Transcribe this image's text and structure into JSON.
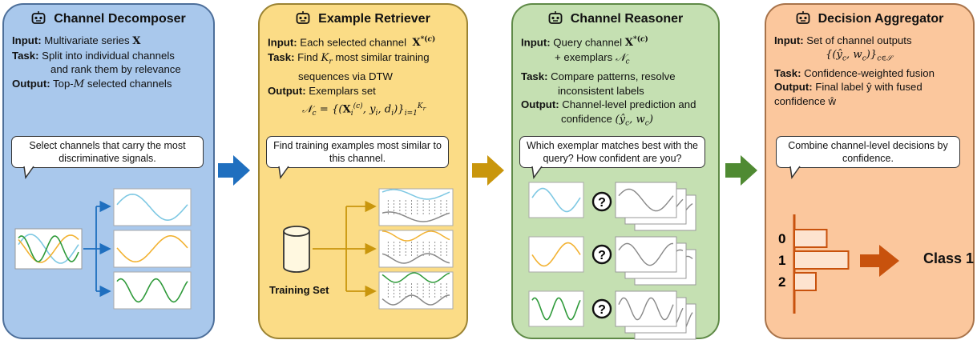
{
  "panels": {
    "decomposer": {
      "title": "Channel Decomposer",
      "input_label": "Input:",
      "input_text": "Multivariate series",
      "input_math": "X",
      "task_label": "Task:",
      "task_line1": "Split into individual channels",
      "task_line2": "and rank them by relevance",
      "output_label": "Output:",
      "output_text_a": "Top-",
      "output_math": "M",
      "output_text_b": " selected channels",
      "bubble": "Select channels that carry the most discriminative signals."
    },
    "retriever": {
      "title": "Example Retriever",
      "input_label": "Input:",
      "input_text": "Each selected channel",
      "input_math": "X*(c)",
      "task_label": "Task:",
      "task_text_a": "Find ",
      "task_math": "Kr",
      "task_text_b": " most similar training",
      "task_line2": "sequences via DTW",
      "output_label": "Output:",
      "output_text": "Exemplars set",
      "output_formula": "𝒩c = {(Xi(c), yi, di)}i=1..Kr",
      "bubble": "Find training examples most similar to this channel.",
      "training_set_label": "Training Set"
    },
    "reasoner": {
      "title": "Channel Reasoner",
      "input_label": "Input:",
      "input_text": "Query channel",
      "input_math": "X*(c)",
      "input_line2": "+ exemplars",
      "input_math2": "𝒩c",
      "task_label": "Task:",
      "task_line1": "Compare patterns, resolve",
      "task_line2": "inconsistent labels",
      "output_label": "Output:",
      "output_line1": "Channel-level prediction and",
      "output_line2": "confidence",
      "output_math": "(ŷc, wc)",
      "bubble": "Which exemplar matches best with the query? How confident are you?",
      "question_mark": "?"
    },
    "aggregator": {
      "title": "Decision Aggregator",
      "input_label": "Input:",
      "input_text": "Set of channel outputs",
      "input_math": "{(ŷc, wc)}c∈𝒮",
      "task_label": "Task:",
      "task_text": "Confidence-weighted fusion",
      "output_label": "Output:",
      "output_text": "Final label ŷ with fused",
      "output_line2": "confidence ŵ",
      "bubble": "Combine channel-level decisions by confidence.",
      "class_ticks": [
        "0",
        "1",
        "2"
      ],
      "class_scores": [
        0.45,
        0.75,
        0.3
      ],
      "result": "Class 1"
    }
  },
  "colors": {
    "blue_arrow": "#1f6fbf",
    "gold_arrow": "#c9960c",
    "green_arrow": "#4f8a32",
    "orange_arrow": "#c8520d",
    "sine_blue": "#7ec8e3",
    "sine_orange": "#f2b232",
    "sine_green": "#2f9a3a"
  }
}
